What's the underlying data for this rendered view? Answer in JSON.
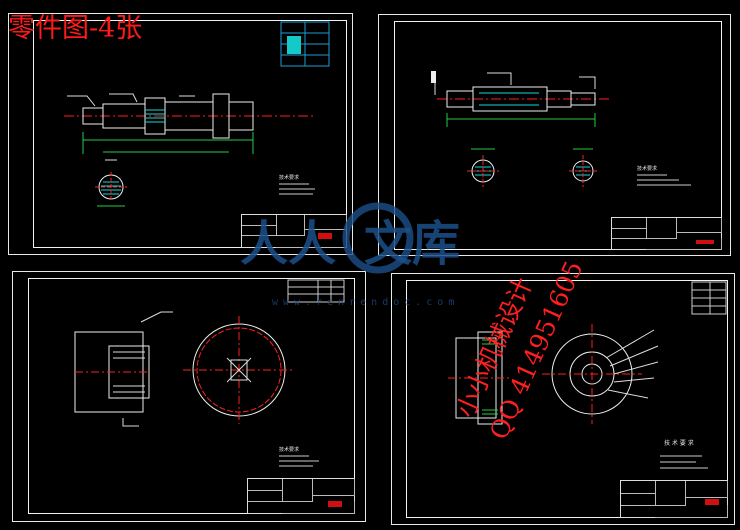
{
  "page_title": "零件图-4张",
  "watermark": {
    "logo_text_left": "人人",
    "logo_text_right": "文库",
    "url": "www.renrendoc.com",
    "red_line1": "小小机械设计",
    "red_line2": "QQ 414951605"
  },
  "sheets": [
    {
      "id": "shaft-1",
      "description_label": "技术要求"
    },
    {
      "id": "shaft-2",
      "description_label": "技术要求"
    },
    {
      "id": "gear-1",
      "description_label": "技术要求"
    },
    {
      "id": "disc-1",
      "description_label": "技 术 要 求"
    }
  ],
  "colors": {
    "background": "#000000",
    "frame": "#e8e8e8",
    "title_red": "#ff1a1a",
    "centerline_red": "#ff2020",
    "dimension_green": "#22cc44",
    "hatch_cyan": "#19d6d6",
    "watermark_blue": "#1d4f8a"
  }
}
